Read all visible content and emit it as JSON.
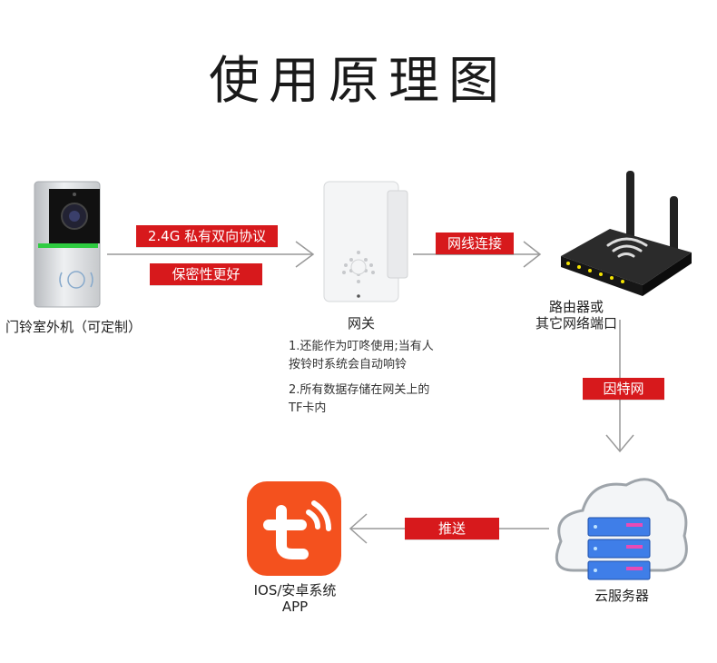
{
  "title": "使用原理图",
  "doorbell": {
    "label": "门铃室外机（可定制）"
  },
  "gateway": {
    "label": "网关",
    "notes": [
      "1.还能作为叮咚使用;当有人",
      "按铃时系统会自动响铃",
      "2.所有数据存储在网关上的",
      "TF卡内"
    ]
  },
  "router": {
    "label_line1": "路由器或",
    "label_line2": "其它网络端口"
  },
  "cloud": {
    "label": "云服务器"
  },
  "app": {
    "label_line1": "IOS/安卓系统",
    "label_line2": "APP",
    "logo_letter": "t"
  },
  "links": {
    "doorbell_gateway_top": "2.4G 私有双向协议",
    "doorbell_gateway_bottom": "保密性更好",
    "gateway_router": "网线连接",
    "router_cloud": "因特网",
    "cloud_app": "推送"
  },
  "colors": {
    "accent_red": "#d7191c",
    "app_orange": "#f4511e",
    "server_blue": "#3f7ee8",
    "status_green": "#2ecc40"
  }
}
